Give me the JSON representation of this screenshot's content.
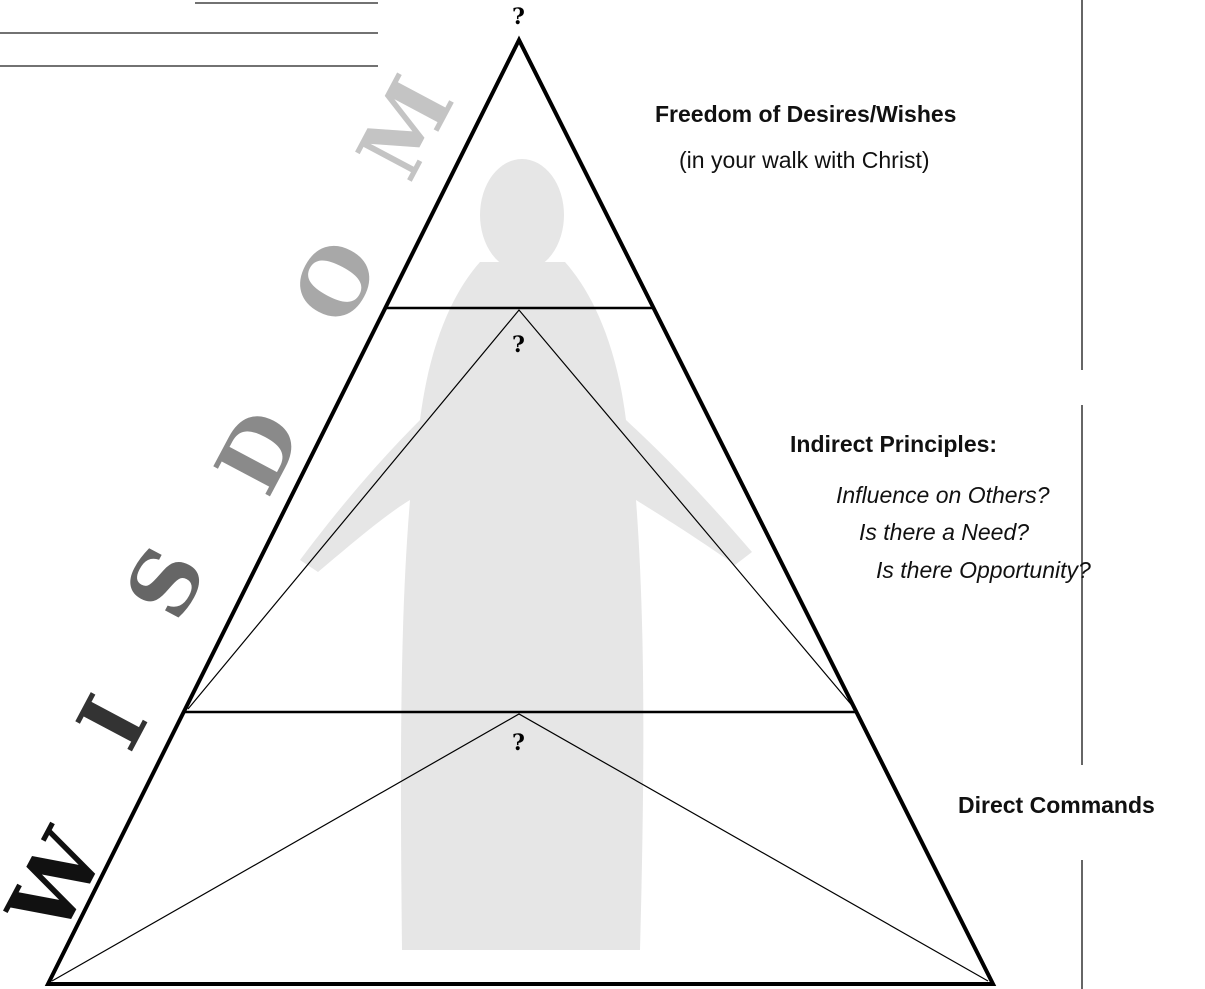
{
  "diagram": {
    "apex_marks": [
      "?",
      "?",
      "?"
    ],
    "wisdom_letters": [
      "W",
      "I",
      "S",
      "D",
      "O",
      "M"
    ],
    "levels": {
      "top": {
        "title": "Freedom of Desires/Wishes",
        "subtitle": "(in your walk with Christ)"
      },
      "middle": {
        "title": "Indirect Principles:",
        "items": [
          "Influence on Others?",
          "Is there a Need?",
          "Is there Opportunity?"
        ]
      },
      "bottom": {
        "title": "Direct Commands"
      }
    }
  },
  "colors": {
    "outline": "#000000",
    "figure_silhouette": "#e6e6e6",
    "wisdom_dark": "#111111",
    "wisdom_mid": "#555555",
    "wisdom_light": "#9a9a9a",
    "wisdom_faint": "#c4c4c4"
  }
}
